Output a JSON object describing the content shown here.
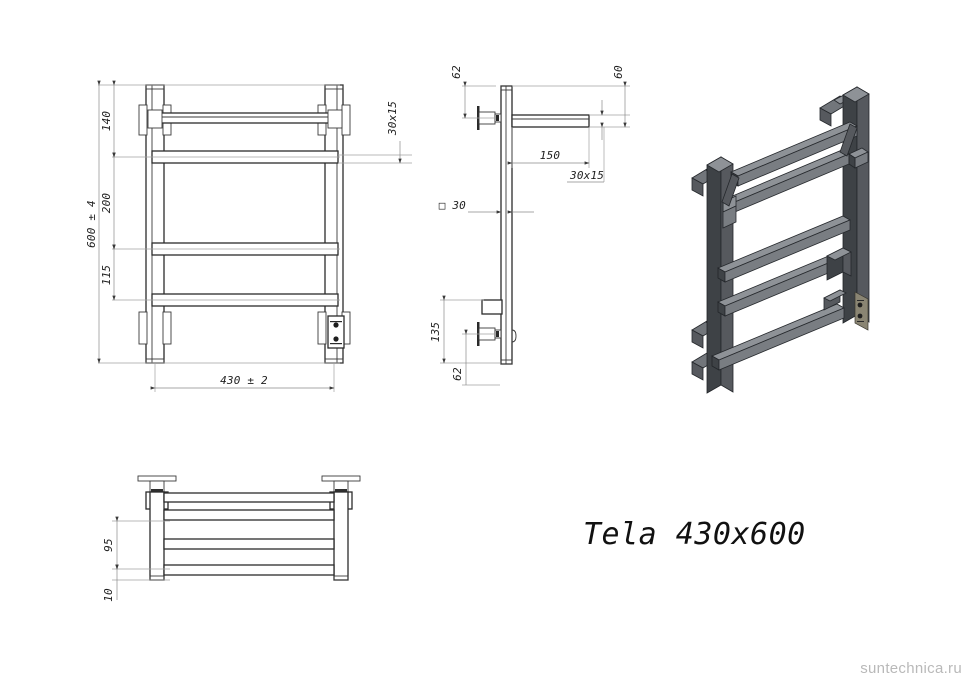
{
  "sheet": {
    "title": "Tela 430x600",
    "watermark": "suntechnica.ru",
    "background_color": "#ffffff",
    "line_color": "#2b2b2b",
    "dimension_color": "#8a8a8a"
  },
  "views": {
    "front": {
      "name": "front-elevation",
      "dimensions": {
        "overall_height": "600 ± 4",
        "overall_width": "430 ± 2",
        "top_segment": "140",
        "middle_segment": "200",
        "lower_segment": "115",
        "rail_profile": "30x15"
      }
    },
    "side": {
      "name": "side-elevation",
      "dimensions": {
        "top_offset": "62",
        "top_depth": "60",
        "shelf_length": "150",
        "shelf_profile": "30x15",
        "post_profile": "□ 30",
        "bottom_bracket": "135",
        "bottom_offset": "62"
      }
    },
    "top": {
      "name": "plan-view",
      "dimensions": {
        "depth": "95",
        "clearance": "10"
      }
    },
    "isometric": {
      "name": "isometric-3d-view"
    }
  },
  "labels": {
    "h_600": "600 ± 4",
    "h_140": "140",
    "h_200": "200",
    "h_115": "115",
    "w_430": "430 ± 2",
    "p_30x15_front": "30x15",
    "s_62_top": "62",
    "s_60": "60",
    "s_150": "150",
    "s_30x15": "30x15",
    "s_sq30": "□ 30",
    "s_135": "135",
    "s_62_bottom": "62",
    "t_95": "95",
    "t_10": "10"
  }
}
